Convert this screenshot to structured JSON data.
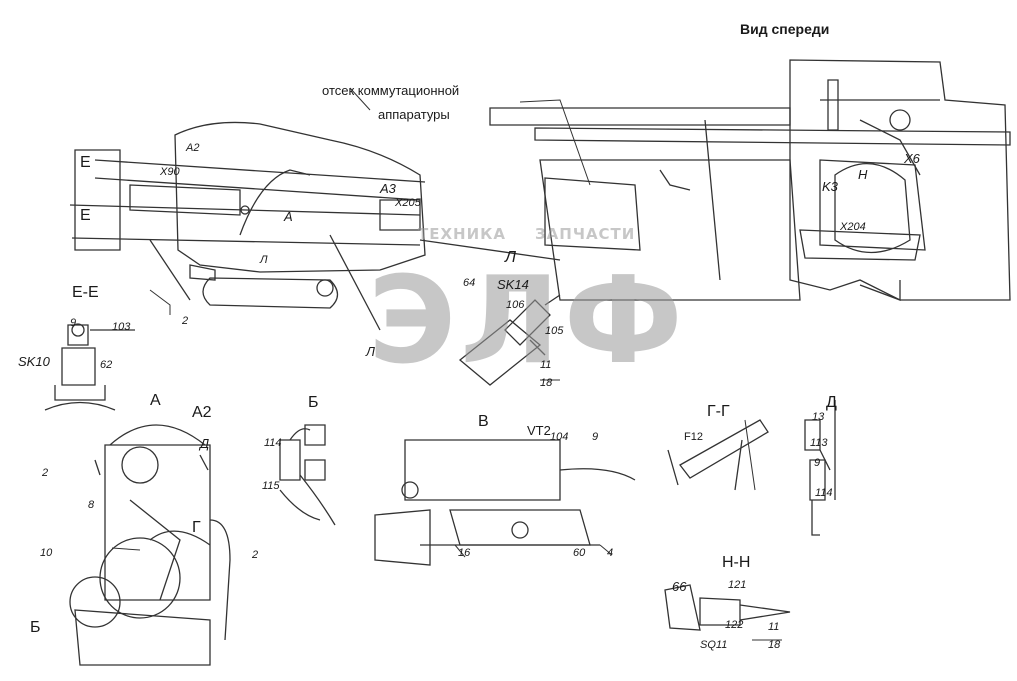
{
  "title": "Вид спереди",
  "compartment_label_line1": "отсек коммутационной",
  "compartment_label_line2": "аппаратуры",
  "watermark": {
    "logo": "ЭЛФ",
    "left_text": "ТЕХНИКА",
    "right_text": "ЗАПЧАСТИ"
  },
  "views": {
    "ee": "Е-Е",
    "a": "А",
    "a2": "А2",
    "b": "Б",
    "v": "В",
    "l": "Л",
    "gg": "Г-Г",
    "d": "Д",
    "nn": "Н-Н"
  },
  "designators": {
    "sk10": "SK10",
    "sk14": "SK14",
    "vt2": "VT2",
    "f12": "F12",
    "sq11": "SQ11",
    "x90": "X90",
    "x205": "X205",
    "x6": "X6",
    "k3": "K3",
    "x204": "X204"
  },
  "callouts": [
    "2",
    "9",
    "103",
    "62",
    "106",
    "105",
    "11",
    "18",
    "64",
    "114",
    "115",
    "104",
    "16",
    "60",
    "4",
    "13",
    "113",
    "9",
    "114",
    "10",
    "8",
    "2",
    "66",
    "121",
    "122",
    "11",
    "18",
    "2",
    "9"
  ],
  "markers": [
    "Е",
    "Е",
    "А2",
    "А3",
    "А",
    "Л",
    "Н",
    "Г",
    "Д",
    "Б",
    "Л"
  ]
}
